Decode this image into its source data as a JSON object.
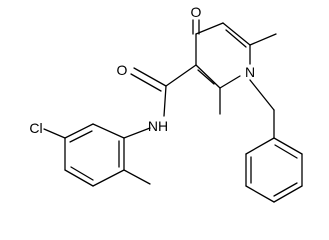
{
  "molecule": {
    "atom_labels": {
      "oxygen_ketone": "O",
      "oxygen_amide": "O",
      "nitrogen_ring": "N",
      "amide_nh": "NH",
      "chlorine": "Cl"
    }
  }
}
